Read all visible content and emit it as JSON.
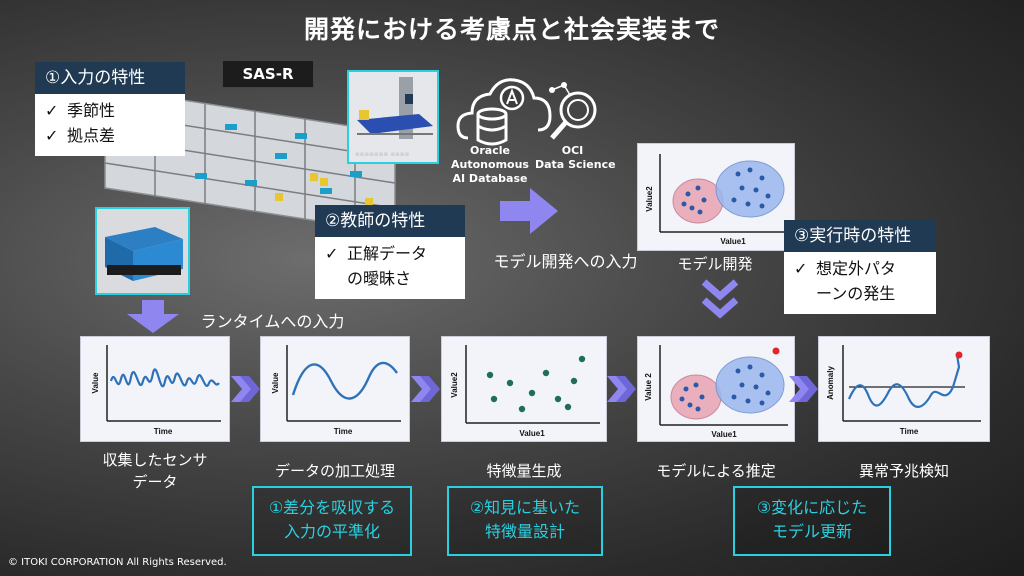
{
  "title": "開発における考慮点と社会実装まで",
  "sas_label": "SAS-R",
  "input_traits": {
    "header": "①入力の特性",
    "items": [
      "季節性",
      "拠点差"
    ]
  },
  "teacher_traits": {
    "header": "②教師の特性",
    "items": [
      "正解データ",
      "の曖昧さ"
    ]
  },
  "runtime_traits": {
    "header": "③実行時の特性",
    "items": [
      "想定外パタ",
      "ーンの発生"
    ]
  },
  "check_mark": "✓",
  "cloud": {
    "oracle_lines": [
      "Oracle",
      "Autonomous",
      "AI Database"
    ],
    "oci_lines": [
      "OCI",
      "Data Science"
    ]
  },
  "arrows": {
    "model_dev_input": "モデル開発への入力",
    "runtime_input": "ランタイムへの入力"
  },
  "model_dev": {
    "label": "モデル開発",
    "xlabel": "Value1",
    "ylabel": "Value2"
  },
  "steps": [
    {
      "lines": [
        "収集したセンサ",
        "データ"
      ],
      "xlabel": "Time",
      "ylabel": "Value"
    },
    {
      "lines": [
        "データの加工処理"
      ],
      "xlabel": "Time",
      "ylabel": "Value"
    },
    {
      "lines": [
        "特徴量生成"
      ],
      "xlabel": "Value1",
      "ylabel": "Value2"
    },
    {
      "lines": [
        "モデルによる推定"
      ],
      "xlabel": "Value1",
      "ylabel": "Value 2"
    },
    {
      "lines": [
        "異常予兆検知"
      ],
      "xlabel": "Time",
      "ylabel": "Anomaly"
    }
  ],
  "summaries": [
    {
      "lines": [
        "①差分を吸収する",
        "入力の平準化"
      ]
    },
    {
      "lines": [
        "②知見に基いた",
        "特徴量設計"
      ]
    },
    {
      "lines": [
        "③変化に応じた",
        "モデル更新"
      ]
    }
  ],
  "copyright": "© ITOKI CORPORATION All Rights Reserved.",
  "colors": {
    "header_navy": "#1f3a52",
    "accent_cyan": "#29d0e0",
    "arrow_purple": "#8f86f0",
    "cluster_red": "#e8a3b3",
    "cluster_blue": "#9ab8ee",
    "dot_navy": "#2a59a8",
    "dot_teal": "#1f6e5d",
    "anomaly_red": "#e3242b"
  }
}
